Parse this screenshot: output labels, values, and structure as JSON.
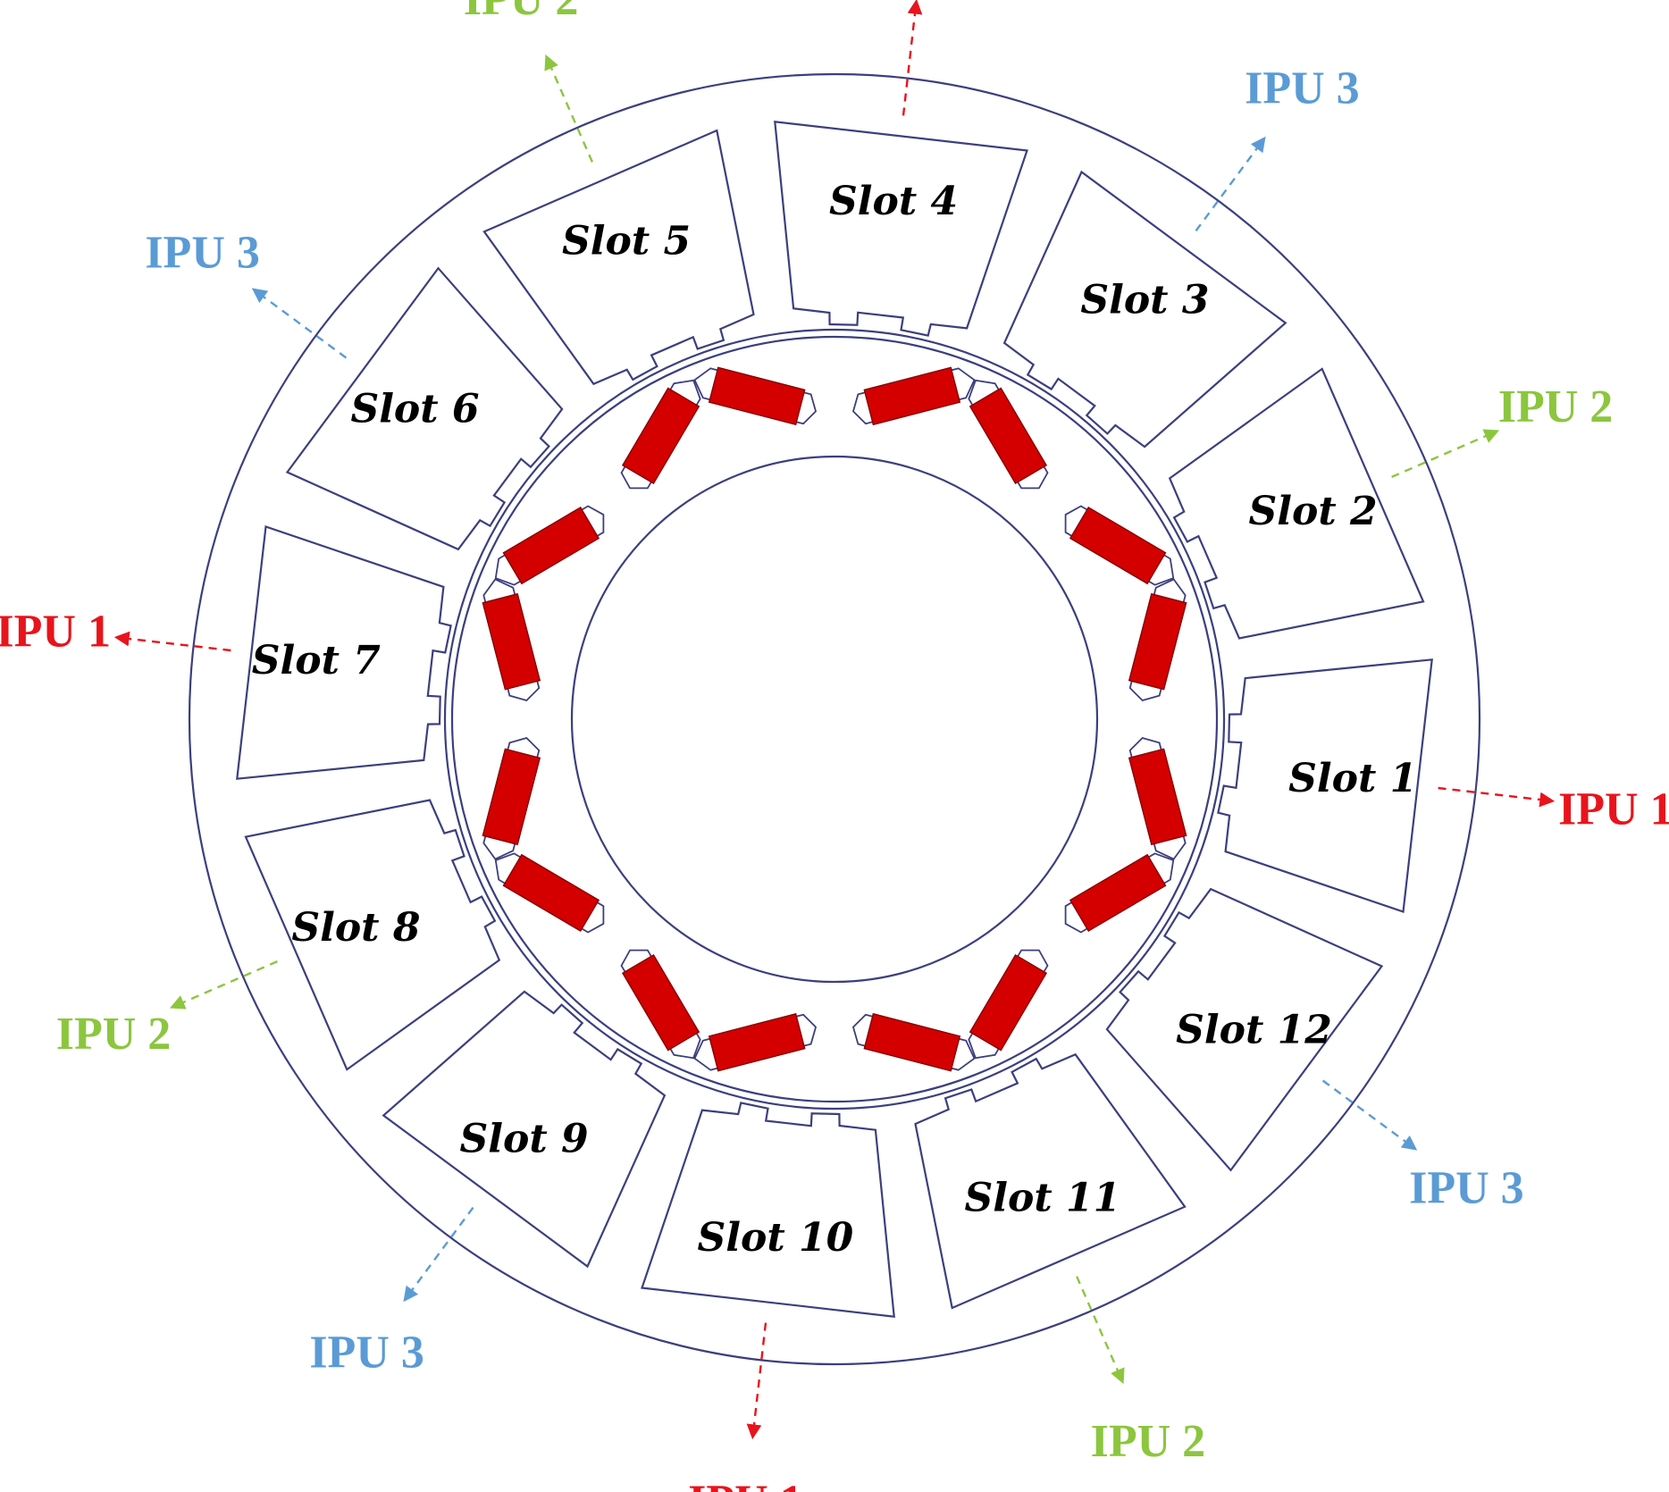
{
  "colors": {
    "outline": "#3c3f7e",
    "magnet": "#d40000",
    "ipu_1": "#e8141c",
    "ipu_2": "#8cc63f",
    "ipu_3": "#5b9bd5"
  },
  "slots": [
    {
      "label": "Slot 1",
      "ipu": "ipu_1"
    },
    {
      "label": "Slot 2",
      "ipu": "ipu_2"
    },
    {
      "label": "Slot 3",
      "ipu": "ipu_3"
    },
    {
      "label": "Slot 4",
      "ipu": "ipu_1"
    },
    {
      "label": "Slot 5",
      "ipu": "ipu_2"
    },
    {
      "label": "Slot 6",
      "ipu": "ipu_3"
    },
    {
      "label": "Slot 7",
      "ipu": "ipu_1"
    },
    {
      "label": "Slot 8",
      "ipu": "ipu_2"
    },
    {
      "label": "Slot 9",
      "ipu": "ipu_3"
    },
    {
      "label": "Slot 10",
      "ipu": "ipu_1"
    },
    {
      "label": "Slot 11",
      "ipu": "ipu_2"
    },
    {
      "label": "Slot 12",
      "ipu": "ipu_3"
    }
  ],
  "ipu_labels": {
    "ipu_1": "IPU 1",
    "ipu_2": "IPU 2",
    "ipu_3": "IPU 3"
  },
  "rotor": {
    "poles": 8,
    "magnets": 16
  }
}
